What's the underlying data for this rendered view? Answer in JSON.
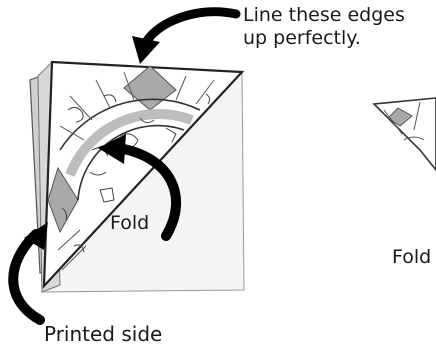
{
  "labels": {
    "line_edges_1": "Line these edges",
    "line_edges_2": "up perfectly.",
    "fold_left": "Fold",
    "fold_right": "Fold",
    "printed_side": "Printed side"
  }
}
